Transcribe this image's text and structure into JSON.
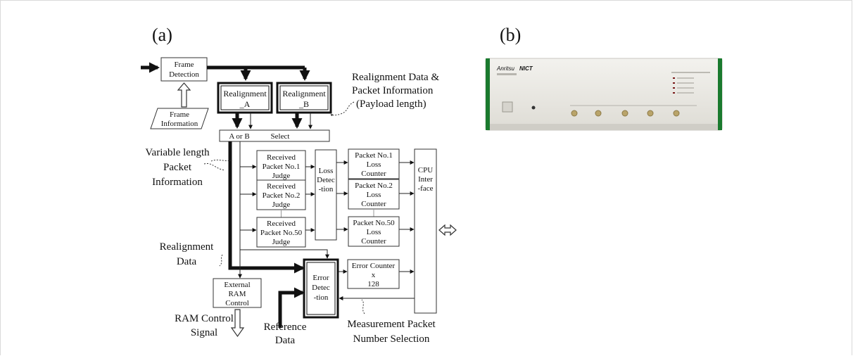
{
  "panel_a": {
    "label": "(a)"
  },
  "panel_b": {
    "label": "(b)"
  },
  "blocks": {
    "frame_detection": [
      "Frame",
      "Detection"
    ],
    "frame_information": [
      "Frame",
      "Information"
    ],
    "realignment_a": [
      "Realignment",
      "_A"
    ],
    "realignment_b": [
      "Realignment",
      "_B"
    ],
    "ab_select": [
      "A or B",
      "Select"
    ],
    "judge_1": [
      "Received",
      "Packet No.1",
      "Judge"
    ],
    "judge_2": [
      "Received",
      "Packet No.2",
      "Judge"
    ],
    "judge_50": [
      "Received",
      "Packet No.50",
      "Judge"
    ],
    "loss_detection": [
      "Loss",
      "Detec",
      "-tion"
    ],
    "counter_1": [
      "Packet No.1",
      "Loss",
      "Counter"
    ],
    "counter_2": [
      "Packet No.2",
      "Loss",
      "Counter"
    ],
    "counter_50": [
      "Packet No.50",
      "Loss",
      "Counter"
    ],
    "cpu_interface": [
      "CPU",
      "Inter",
      "-face"
    ],
    "error_counter": [
      "Error Counter",
      "x",
      "128"
    ],
    "error_detection": [
      "Error",
      "Detec",
      "-tion"
    ],
    "external_ram": [
      "External",
      "RAM",
      "Control"
    ]
  },
  "labels": {
    "realignment_info": [
      "Realignment Data &",
      "Packet Information",
      "(Payload length)"
    ],
    "variable_length": [
      "Variable length",
      "Packet",
      "Information"
    ],
    "realignment_data": [
      "Realignment",
      "Data"
    ],
    "ram_control": [
      "RAM Control",
      "Signal"
    ],
    "reference_data": [
      "Reference",
      "Data"
    ],
    "measurement_packet": [
      "Measurement Packet",
      "Number Selection"
    ]
  },
  "device": {
    "brand": "Anritsu",
    "partner": "NICT",
    "colors": {
      "body": "#eceae4",
      "accent": "#1a7a2e",
      "panel": "#dcdad3"
    }
  }
}
